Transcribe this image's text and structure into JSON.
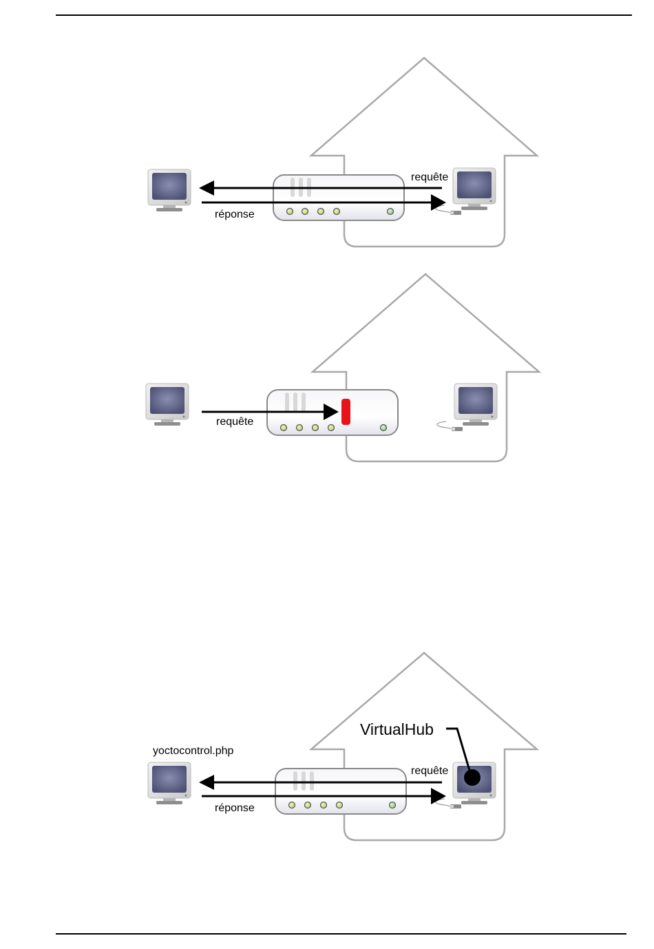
{
  "page": {
    "header_rule": true,
    "footer_rule": true
  },
  "diagrams": [
    {
      "id": "direct-request",
      "description": "Remote computer receives response from home computer through router",
      "labels": {
        "request": "requête",
        "response": "réponse"
      },
      "router_blocked": false,
      "virtualhub": false
    },
    {
      "id": "blocked-request",
      "description": "Incoming request blocked by router firewall",
      "labels": {
        "request": "requête"
      },
      "router_blocked": true,
      "virtualhub": false
    },
    {
      "id": "virtualhub-request",
      "description": "VirtualHub on home computer initiates request to yoctocontrol.php",
      "labels": {
        "request": "requête",
        "response": "réponse",
        "remote_name": "yoctocontrol.php",
        "hub_name": "VirtualHub"
      },
      "router_blocked": false,
      "virtualhub": true
    }
  ],
  "colors": {
    "house_stroke": "#a8a8a8",
    "arrow": "#000000",
    "block": "#e8141a",
    "screen": "#5a5f82",
    "led": "#d8e09a"
  }
}
